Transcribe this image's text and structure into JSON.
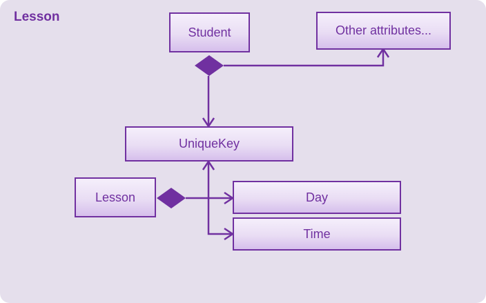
{
  "title": "Lesson",
  "boxes": {
    "student": "Student",
    "other_attributes": "Other attributes...",
    "unique_key": "UniqueKey",
    "lesson": "Lesson",
    "day": "Day",
    "time": "Time"
  },
  "colors": {
    "accent": "#7030a0",
    "background": "#e5dfec"
  }
}
